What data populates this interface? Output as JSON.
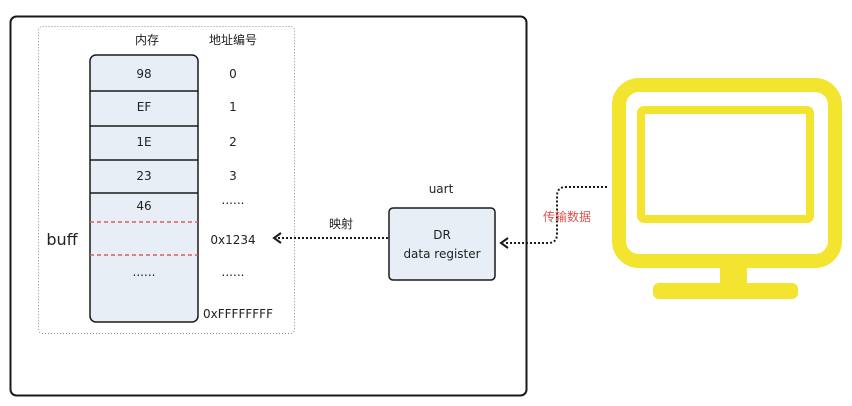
{
  "memory": {
    "header": "内存",
    "cells": [
      "98",
      "EF",
      "1E",
      "23",
      "46",
      "......"
    ]
  },
  "address": {
    "header": "地址编号",
    "values": [
      "0",
      "1",
      "2",
      "3",
      "......",
      "0x1234",
      "......",
      "0xFFFFFFFF"
    ]
  },
  "buffer": {
    "label": "buff"
  },
  "mapping": {
    "label": "映射"
  },
  "uart": {
    "label": "uart",
    "register": {
      "name": "DR",
      "description": "data register"
    }
  },
  "transfer": {
    "label": "传输数据"
  },
  "terminal": {
    "icon": "monitor-icon"
  },
  "colors": {
    "monitor": "#f2e42f",
    "region_divider": "#e05a5a",
    "transfer_label": "#d9534f",
    "box_fill": "#e8eef6",
    "outline": "#1a1a1a"
  }
}
